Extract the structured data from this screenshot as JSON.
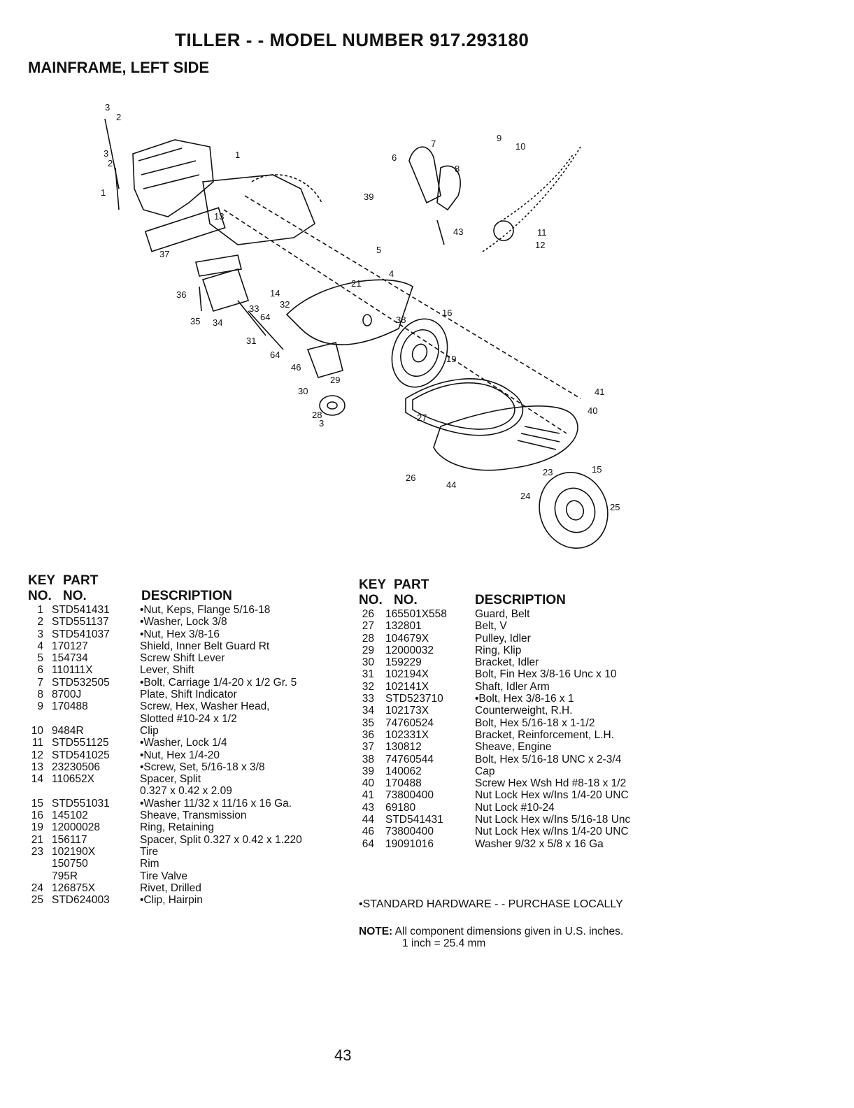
{
  "title": "TILLER - - MODEL NUMBER 917.293180",
  "subtitle": "MAINFRAME, LEFT SIDE",
  "diagram": {
    "callouts": [
      "3",
      "2",
      "3",
      "2",
      "1",
      "1",
      "7",
      "9",
      "10",
      "6",
      "8",
      "39",
      "5",
      "43",
      "11",
      "12",
      "13",
      "37",
      "36",
      "35",
      "34",
      "14",
      "33",
      "32",
      "64",
      "31",
      "64",
      "21",
      "4",
      "16",
      "38",
      "19",
      "46",
      "29",
      "30",
      "28",
      "3",
      "27",
      "41",
      "40",
      "26",
      "44",
      "23",
      "15",
      "24",
      "25"
    ]
  },
  "table_headers": {
    "key_no_line1": "KEY",
    "part_no_line1": "PART",
    "key_no_line2": "NO.",
    "part_no_line2": "NO.",
    "description": "DESCRIPTION"
  },
  "left_rows": [
    {
      "key": "1",
      "part": "STD541431",
      "desc": "•Nut, Keps, Flange 5/16-18"
    },
    {
      "key": "2",
      "part": "STD551137",
      "desc": "•Washer, Lock 3/8"
    },
    {
      "key": "3",
      "part": "STD541037",
      "desc": "•Nut, Hex 3/8-16"
    },
    {
      "key": "4",
      "part": "170127",
      "desc": "Shield, Inner Belt Guard Rt"
    },
    {
      "key": "5",
      "part": "154734",
      "desc": "Screw Shift Lever"
    },
    {
      "key": "6",
      "part": "110111X",
      "desc": "Lever, Shift"
    },
    {
      "key": "7",
      "part": "STD532505",
      "desc": "•Bolt, Carriage 1/4-20 x 1/2 Gr. 5"
    },
    {
      "key": "8",
      "part": "8700J",
      "desc": "Plate, Shift Indicator"
    },
    {
      "key": "9",
      "part": "170488",
      "desc": "Screw, Hex, Washer Head,"
    },
    {
      "key": "",
      "part": "",
      "desc": "Slotted #10-24 x 1/2"
    },
    {
      "key": "10",
      "part": "9484R",
      "desc": "Clip"
    },
    {
      "key": "11",
      "part": "STD551125",
      "desc": "•Washer, Lock 1/4"
    },
    {
      "key": "12",
      "part": "STD541025",
      "desc": "•Nut, Hex 1/4-20"
    },
    {
      "key": "13",
      "part": "23230506",
      "desc": "•Screw, Set, 5/16-18 x 3/8"
    },
    {
      "key": "14",
      "part": "110652X",
      "desc": "Spacer, Split"
    },
    {
      "key": "",
      "part": "",
      "desc": "0.327 x 0.42 x 2.09"
    },
    {
      "key": "15",
      "part": "STD551031",
      "desc": "•Washer 11/32 x 11/16 x 16 Ga."
    },
    {
      "key": "16",
      "part": "145102",
      "desc": "Sheave, Transmission"
    },
    {
      "key": "19",
      "part": "12000028",
      "desc": "Ring, Retaining"
    },
    {
      "key": "21",
      "part": "156117",
      "desc": "Spacer, Split 0.327 x 0.42 x 1.220"
    },
    {
      "key": "23",
      "part": "102190X",
      "desc": "Tire"
    },
    {
      "key": "",
      "part": "150750",
      "desc": "Rim"
    },
    {
      "key": "",
      "part": "795R",
      "desc": "Tire Valve"
    },
    {
      "key": "24",
      "part": "126875X",
      "desc": "Rivet, Drilled"
    },
    {
      "key": "25",
      "part": "STD624003",
      "desc": "•Clip, Hairpin"
    }
  ],
  "right_rows": [
    {
      "key": "26",
      "part": "165501X558",
      "desc": "Guard, Belt"
    },
    {
      "key": "27",
      "part": "132801",
      "desc": "Belt, V"
    },
    {
      "key": "28",
      "part": "104679X",
      "desc": "Pulley, Idler"
    },
    {
      "key": "29",
      "part": "12000032",
      "desc": "Ring, Klip"
    },
    {
      "key": "30",
      "part": "159229",
      "desc": "Bracket, Idler"
    },
    {
      "key": "31",
      "part": "102194X",
      "desc": "Bolt, Fin Hex 3/8-16 Unc x 10"
    },
    {
      "key": "32",
      "part": "102141X",
      "desc": "Shaft, Idler Arm"
    },
    {
      "key": "33",
      "part": "STD523710",
      "desc": "•Bolt, Hex 3/8-16 x 1"
    },
    {
      "key": "34",
      "part": "102173X",
      "desc": "Counterweight, R.H."
    },
    {
      "key": "35",
      "part": "74760524",
      "desc": "Bolt, Hex 5/16-18 x 1-1/2"
    },
    {
      "key": "36",
      "part": "102331X",
      "desc": "Bracket, Reinforcement, L.H."
    },
    {
      "key": "37",
      "part": "130812",
      "desc": "Sheave, Engine"
    },
    {
      "key": "38",
      "part": "74760544",
      "desc": "Bolt, Hex 5/16-18 UNC x 2-3/4"
    },
    {
      "key": "39",
      "part": "140062",
      "desc": "Cap"
    },
    {
      "key": "40",
      "part": "170488",
      "desc": "Screw Hex Wsh Hd #8-18 x 1/2"
    },
    {
      "key": "41",
      "part": "73800400",
      "desc": "Nut Lock Hex w/Ins 1/4-20 UNC"
    },
    {
      "key": "43",
      "part": "69180",
      "desc": "Nut Lock #10-24"
    },
    {
      "key": "44",
      "part": "STD541431",
      "desc": "Nut Lock Hex w/Ins 5/16-18 Unc"
    },
    {
      "key": "46",
      "part": "73800400",
      "desc": "Nut Lock Hex w/Ins 1/4-20 UNC"
    },
    {
      "key": "64",
      "part": "19091016",
      "desc": "Washer 9/32 x 5/8 x 16 Ga"
    }
  ],
  "standard_hardware": "•STANDARD HARDWARE - - PURCHASE LOCALLY",
  "note": {
    "label": "NOTE:",
    "line1": "All component dimensions given in U.S. inches.",
    "line2": "1 inch = 25.4 mm"
  },
  "page_number": "43"
}
